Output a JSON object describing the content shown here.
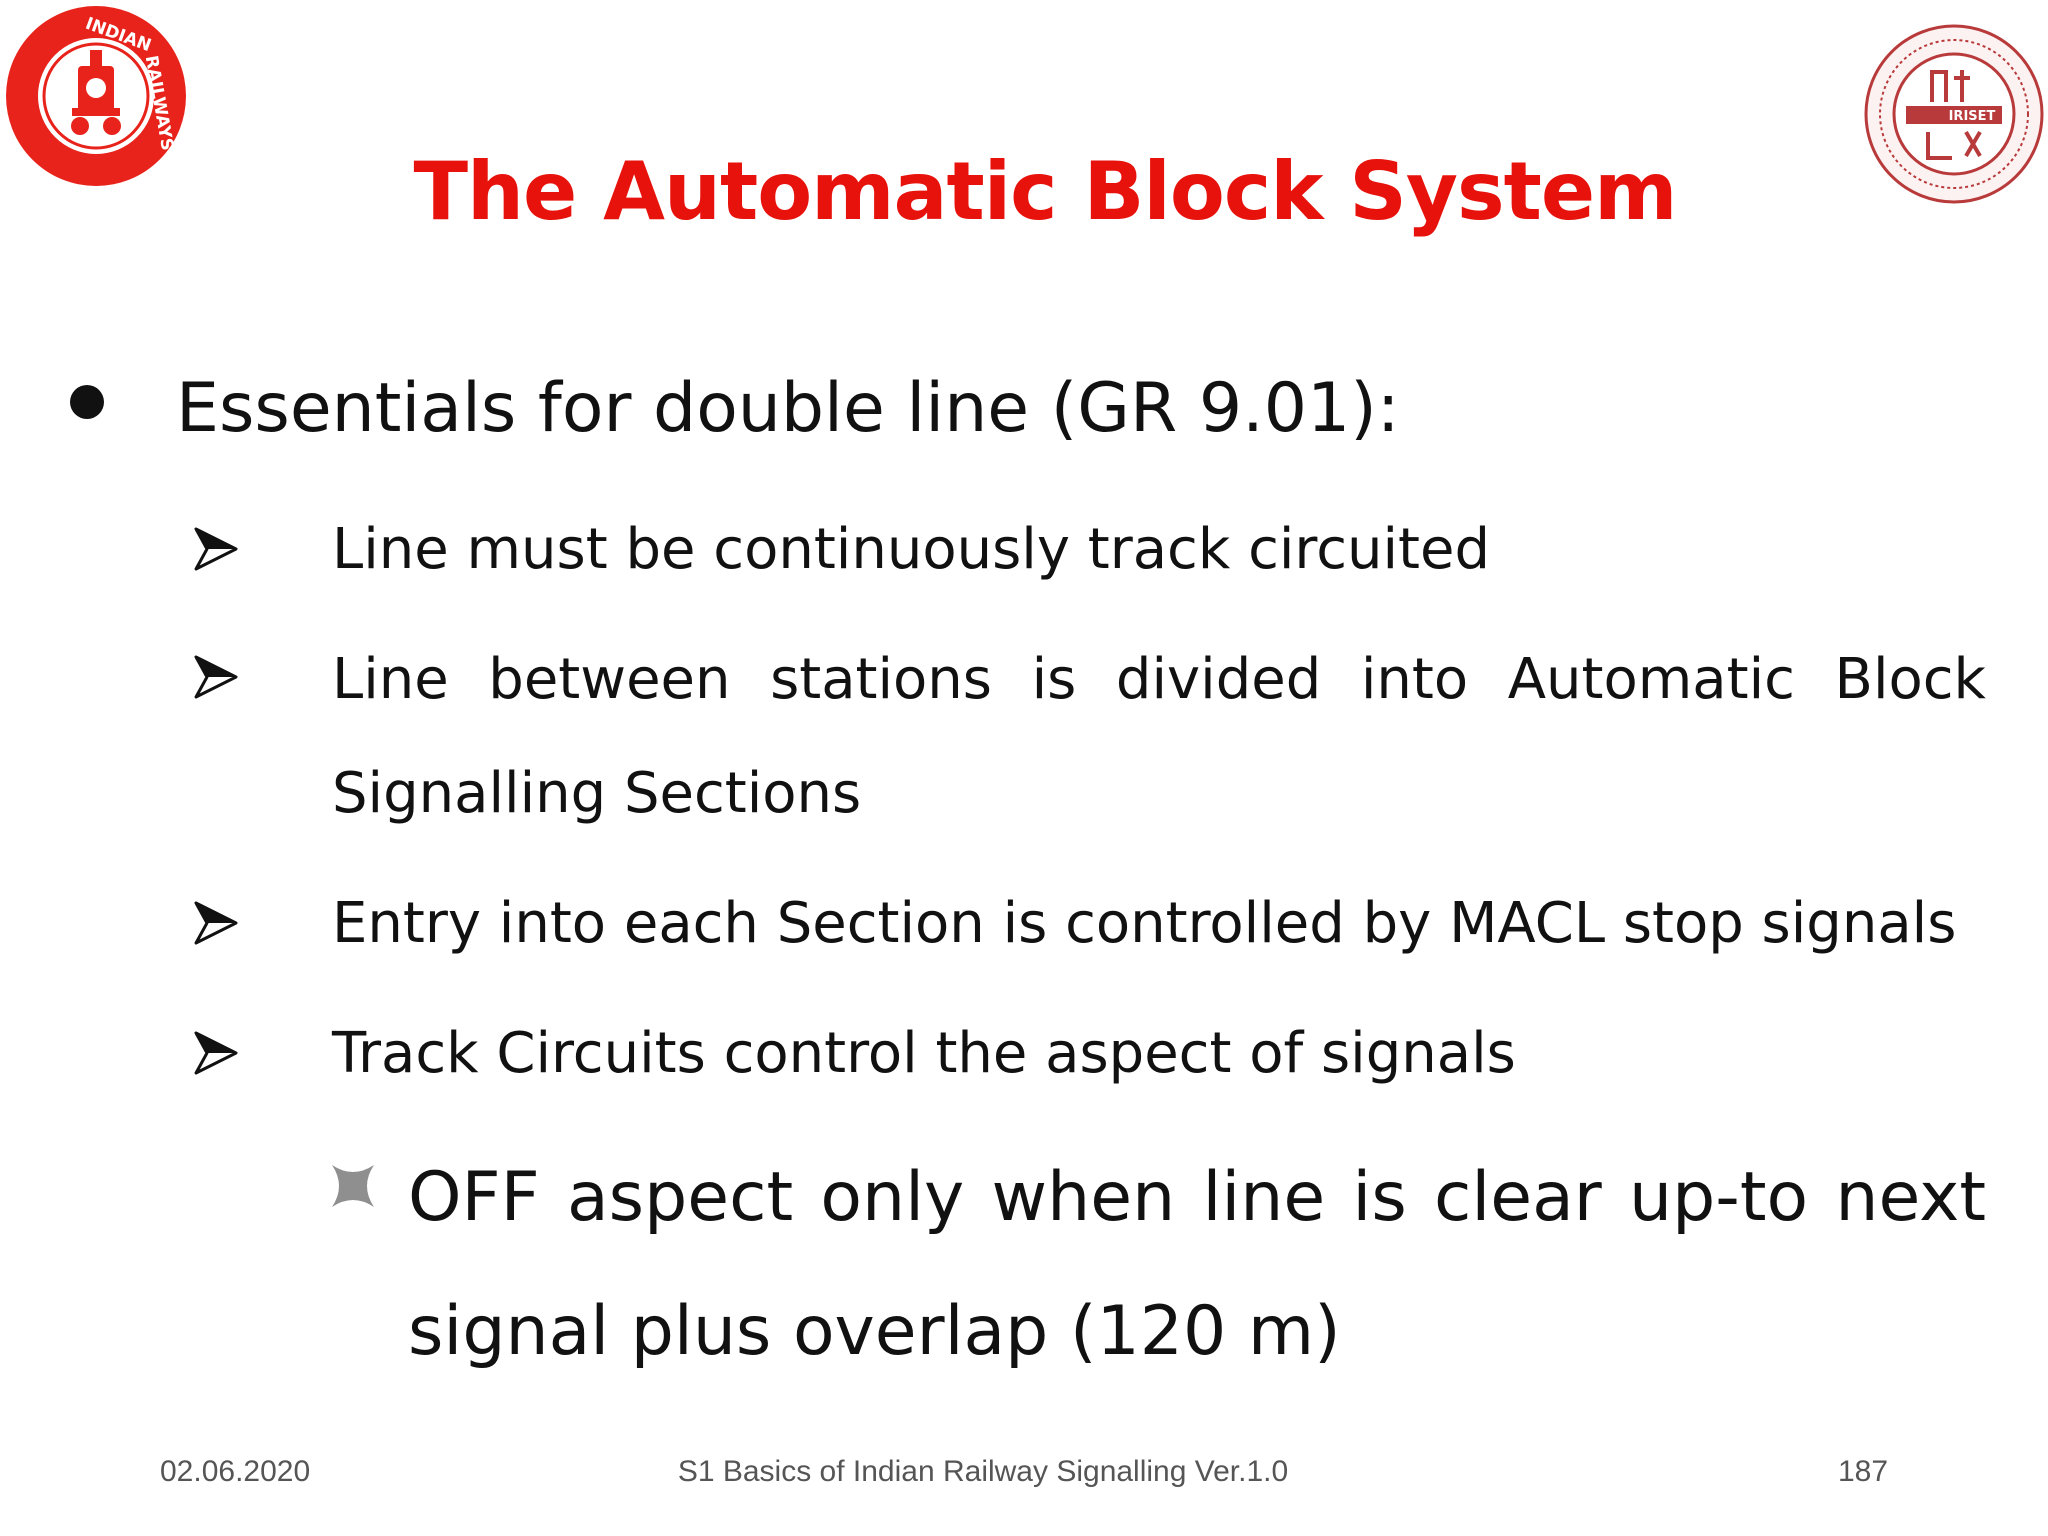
{
  "slide": {
    "title": "The Automatic Block System",
    "logos": [
      {
        "name": "indian-railways-logo",
        "color": "#e8231b",
        "text": "INDIAN RAILWAYS"
      },
      {
        "name": "iriset-logo",
        "color": "#b83a3a",
        "text": "IRISET"
      }
    ],
    "bullet": "Essentials for double line (GR 9.01):",
    "subitems": [
      "Line must be continuously track circuited",
      "Line between stations is divided into Automatic Block",
      "Signalling Sections",
      "Entry into each Section is controlled by MACL stop signals",
      "Track Circuits control the aspect of signals"
    ],
    "note": "OFF aspect only when line is clear up-to next signal plus overlap (120 m)"
  },
  "footer": {
    "date": "02.06.2020",
    "title": "S1 Basics of Indian Railway Signalling  Ver.1.0",
    "page": "187"
  },
  "colors": {
    "title": "#e8120c",
    "text": "#111111",
    "footer": "#555555"
  }
}
